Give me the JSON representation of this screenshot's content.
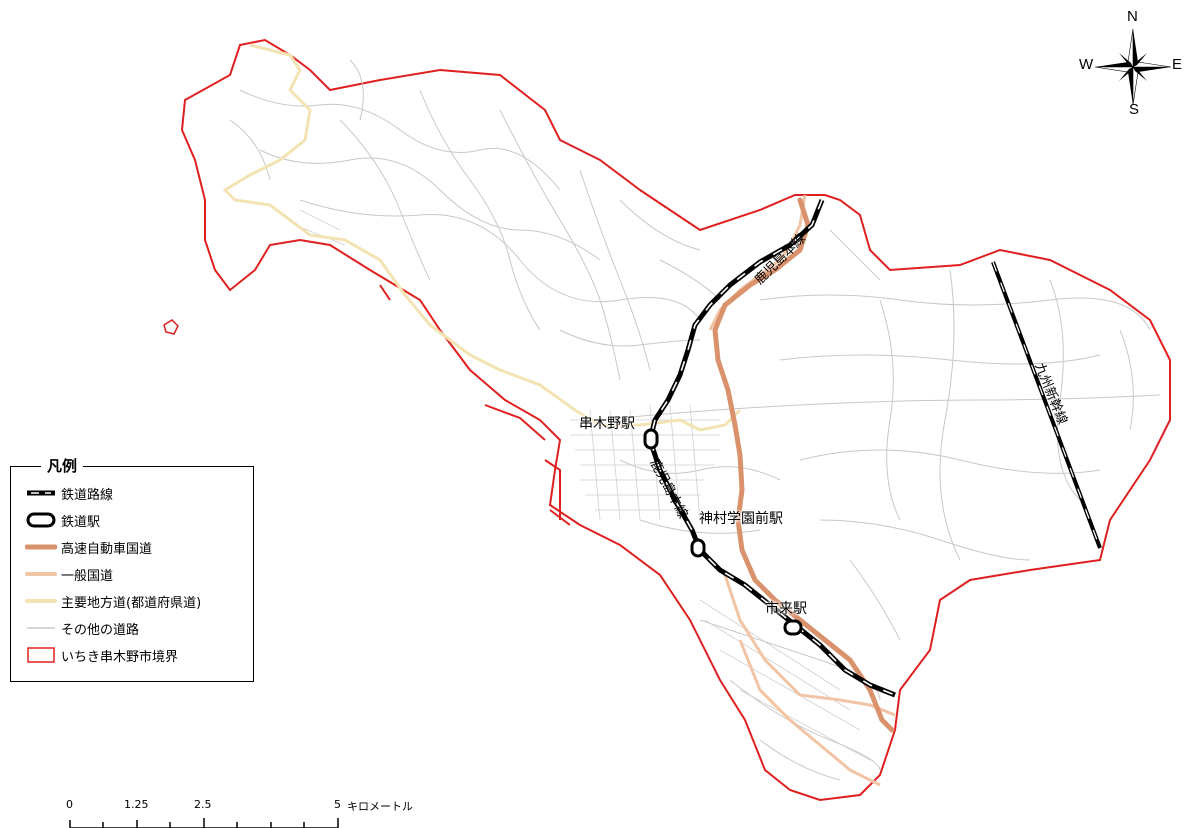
{
  "legend": {
    "title": "凡例",
    "items": [
      {
        "label": "鉄道路線",
        "type": "railway"
      },
      {
        "label": "鉄道駅",
        "type": "station"
      },
      {
        "label": "高速自動車国道",
        "type": "expressway",
        "color": "#d9926b"
      },
      {
        "label": "一般国道",
        "type": "national-road",
        "color": "#f2c4a6"
      },
      {
        "label": "主要地方道(都道府県道)",
        "type": "prefectural-road",
        "color": "#f3e3b3"
      },
      {
        "label": "その他の道路",
        "type": "other-road",
        "color": "#c8c8c8"
      },
      {
        "label": "いちき串木野市境界",
        "type": "boundary",
        "color": "#e02020"
      }
    ]
  },
  "stations": {
    "kushikino": "串木野駅",
    "kamimura": "神村学園前駅",
    "ichiki": "市来駅"
  },
  "lines": {
    "kagoshima_north": "鹿児島本線",
    "kagoshima_mid": "鹿児島本線",
    "shinkansen": "九州新幹線"
  },
  "compass": {
    "n": "N",
    "s": "S",
    "e": "E",
    "w": "W"
  },
  "scale": {
    "ticks": [
      "0",
      "1.25",
      "2.5",
      "5"
    ],
    "unit": "キロメートル"
  }
}
